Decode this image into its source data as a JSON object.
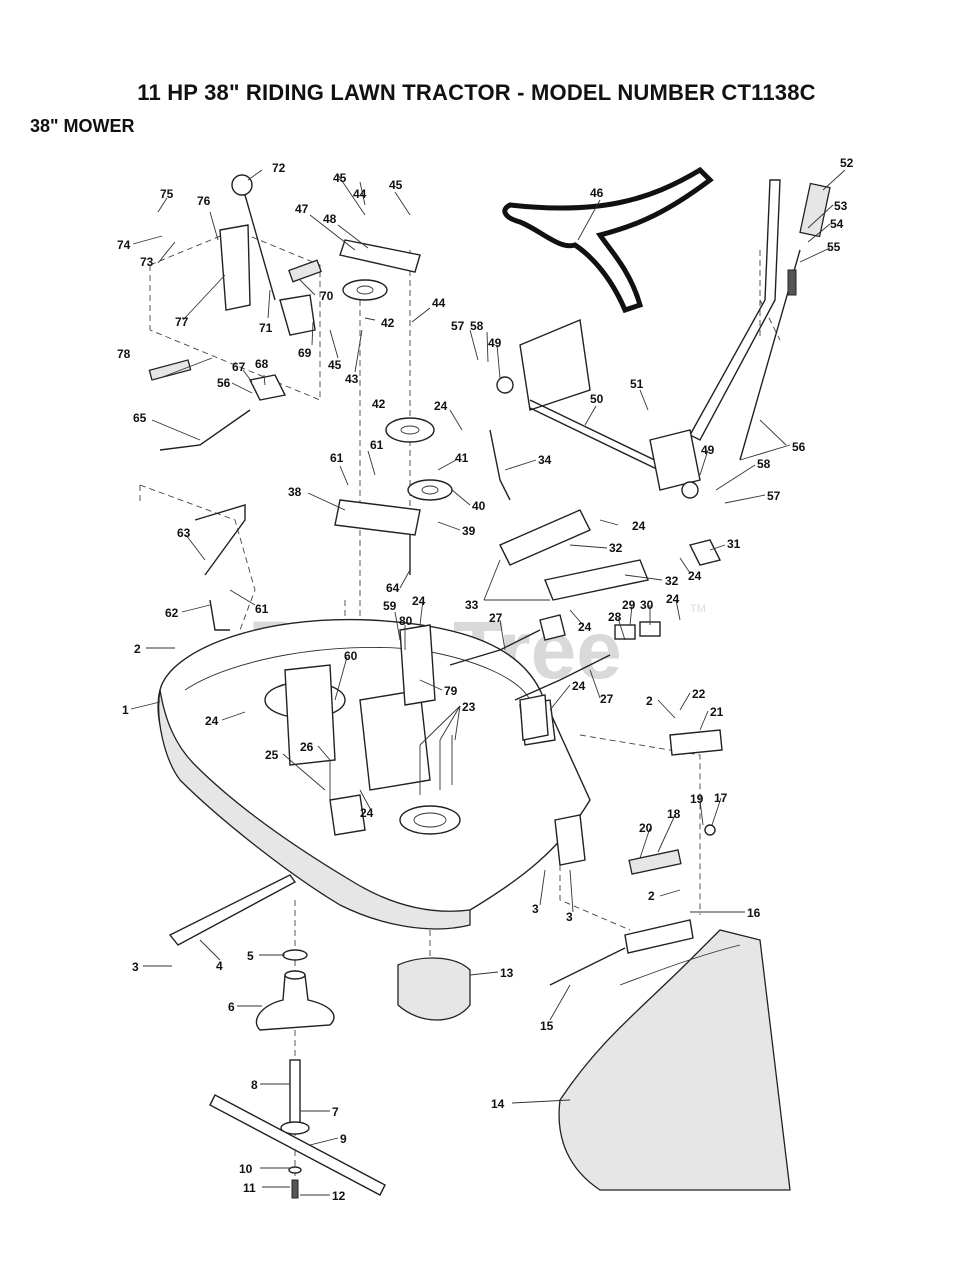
{
  "header": {
    "title": "11 HP 38\" RIDING LAWN TRACTOR - MODEL NUMBER CT1138C",
    "section": "38\" MOWER"
  },
  "watermark": {
    "text": "PartsTree",
    "trademark": "TM"
  },
  "callouts": [
    {
      "id": "c72",
      "label": "72"
    },
    {
      "id": "c45a",
      "label": "45"
    },
    {
      "id": "c45b",
      "label": "45"
    },
    {
      "id": "c44a",
      "label": "44"
    },
    {
      "id": "c75",
      "label": "75"
    },
    {
      "id": "c76",
      "label": "76"
    },
    {
      "id": "c47",
      "label": "47"
    },
    {
      "id": "c48",
      "label": "48"
    },
    {
      "id": "c46",
      "label": "46"
    },
    {
      "id": "c52",
      "label": "52"
    },
    {
      "id": "c53",
      "label": "53"
    },
    {
      "id": "c54",
      "label": "54"
    },
    {
      "id": "c55",
      "label": "55"
    },
    {
      "id": "c74",
      "label": "74"
    },
    {
      "id": "c73",
      "label": "73"
    },
    {
      "id": "c70",
      "label": "70"
    },
    {
      "id": "c44b",
      "label": "44"
    },
    {
      "id": "c77",
      "label": "77"
    },
    {
      "id": "c71",
      "label": "71"
    },
    {
      "id": "c69",
      "label": "69"
    },
    {
      "id": "c42a",
      "label": "42"
    },
    {
      "id": "c57a",
      "label": "57"
    },
    {
      "id": "c58a",
      "label": "58"
    },
    {
      "id": "c49a",
      "label": "49"
    },
    {
      "id": "c78",
      "label": "78"
    },
    {
      "id": "c67",
      "label": "67"
    },
    {
      "id": "c68",
      "label": "68"
    },
    {
      "id": "c45c",
      "label": "45"
    },
    {
      "id": "c43",
      "label": "43"
    },
    {
      "id": "c56a",
      "label": "56"
    },
    {
      "id": "c51",
      "label": "51"
    },
    {
      "id": "c42b",
      "label": "42"
    },
    {
      "id": "c24a",
      "label": "24"
    },
    {
      "id": "c50",
      "label": "50"
    },
    {
      "id": "c65",
      "label": "65"
    },
    {
      "id": "c61a",
      "label": "61"
    },
    {
      "id": "c41",
      "label": "41"
    },
    {
      "id": "c34",
      "label": "34"
    },
    {
      "id": "c56b",
      "label": "56"
    },
    {
      "id": "c61b",
      "label": "61"
    },
    {
      "id": "c49b",
      "label": "49"
    },
    {
      "id": "c58b",
      "label": "58"
    },
    {
      "id": "c38",
      "label": "38"
    },
    {
      "id": "c40",
      "label": "40"
    },
    {
      "id": "c57b",
      "label": "57"
    },
    {
      "id": "c39",
      "label": "39"
    },
    {
      "id": "c24b",
      "label": "24"
    },
    {
      "id": "c63",
      "label": "63"
    },
    {
      "id": "c32a",
      "label": "32"
    },
    {
      "id": "c31",
      "label": "31"
    },
    {
      "id": "c24c",
      "label": "24"
    },
    {
      "id": "c64",
      "label": "64"
    },
    {
      "id": "c32b",
      "label": "32"
    },
    {
      "id": "c24d",
      "label": "24"
    },
    {
      "id": "c33",
      "label": "33"
    },
    {
      "id": "c59",
      "label": "59"
    },
    {
      "id": "c61c",
      "label": "61"
    },
    {
      "id": "c62",
      "label": "62"
    },
    {
      "id": "c29",
      "label": "29"
    },
    {
      "id": "c30",
      "label": "30"
    },
    {
      "id": "c24e",
      "label": "24"
    },
    {
      "id": "c27a",
      "label": "27"
    },
    {
      "id": "c24f",
      "label": "24"
    },
    {
      "id": "c80",
      "label": "80"
    },
    {
      "id": "c28",
      "label": "28"
    },
    {
      "id": "c2a",
      "label": "2"
    },
    {
      "id": "c60",
      "label": "60"
    },
    {
      "id": "c79",
      "label": "79"
    },
    {
      "id": "c24g",
      "label": "24"
    },
    {
      "id": "c27b",
      "label": "27"
    },
    {
      "id": "c1",
      "label": "1"
    },
    {
      "id": "c22",
      "label": "22"
    },
    {
      "id": "c2b",
      "label": "2"
    },
    {
      "id": "c23",
      "label": "23"
    },
    {
      "id": "c21",
      "label": "21"
    },
    {
      "id": "c24h",
      "label": "24"
    },
    {
      "id": "c26",
      "label": "26"
    },
    {
      "id": "c25",
      "label": "25"
    },
    {
      "id": "c19",
      "label": "19"
    },
    {
      "id": "c17",
      "label": "17"
    },
    {
      "id": "c24i",
      "label": "24"
    },
    {
      "id": "c20",
      "label": "20"
    },
    {
      "id": "c18",
      "label": "18"
    },
    {
      "id": "c2c",
      "label": "2"
    },
    {
      "id": "c16",
      "label": "16"
    },
    {
      "id": "c3a",
      "label": "3"
    },
    {
      "id": "c3b",
      "label": "3"
    },
    {
      "id": "c5",
      "label": "5"
    },
    {
      "id": "c13",
      "label": "13"
    },
    {
      "id": "c3c",
      "label": "3"
    },
    {
      "id": "c4",
      "label": "4"
    },
    {
      "id": "c15",
      "label": "15"
    },
    {
      "id": "c6",
      "label": "6"
    },
    {
      "id": "c8",
      "label": "8"
    },
    {
      "id": "c14",
      "label": "14"
    },
    {
      "id": "c7",
      "label": "7"
    },
    {
      "id": "c9",
      "label": "9"
    },
    {
      "id": "c10",
      "label": "10"
    },
    {
      "id": "c11",
      "label": "11"
    },
    {
      "id": "c12",
      "label": "12"
    }
  ]
}
